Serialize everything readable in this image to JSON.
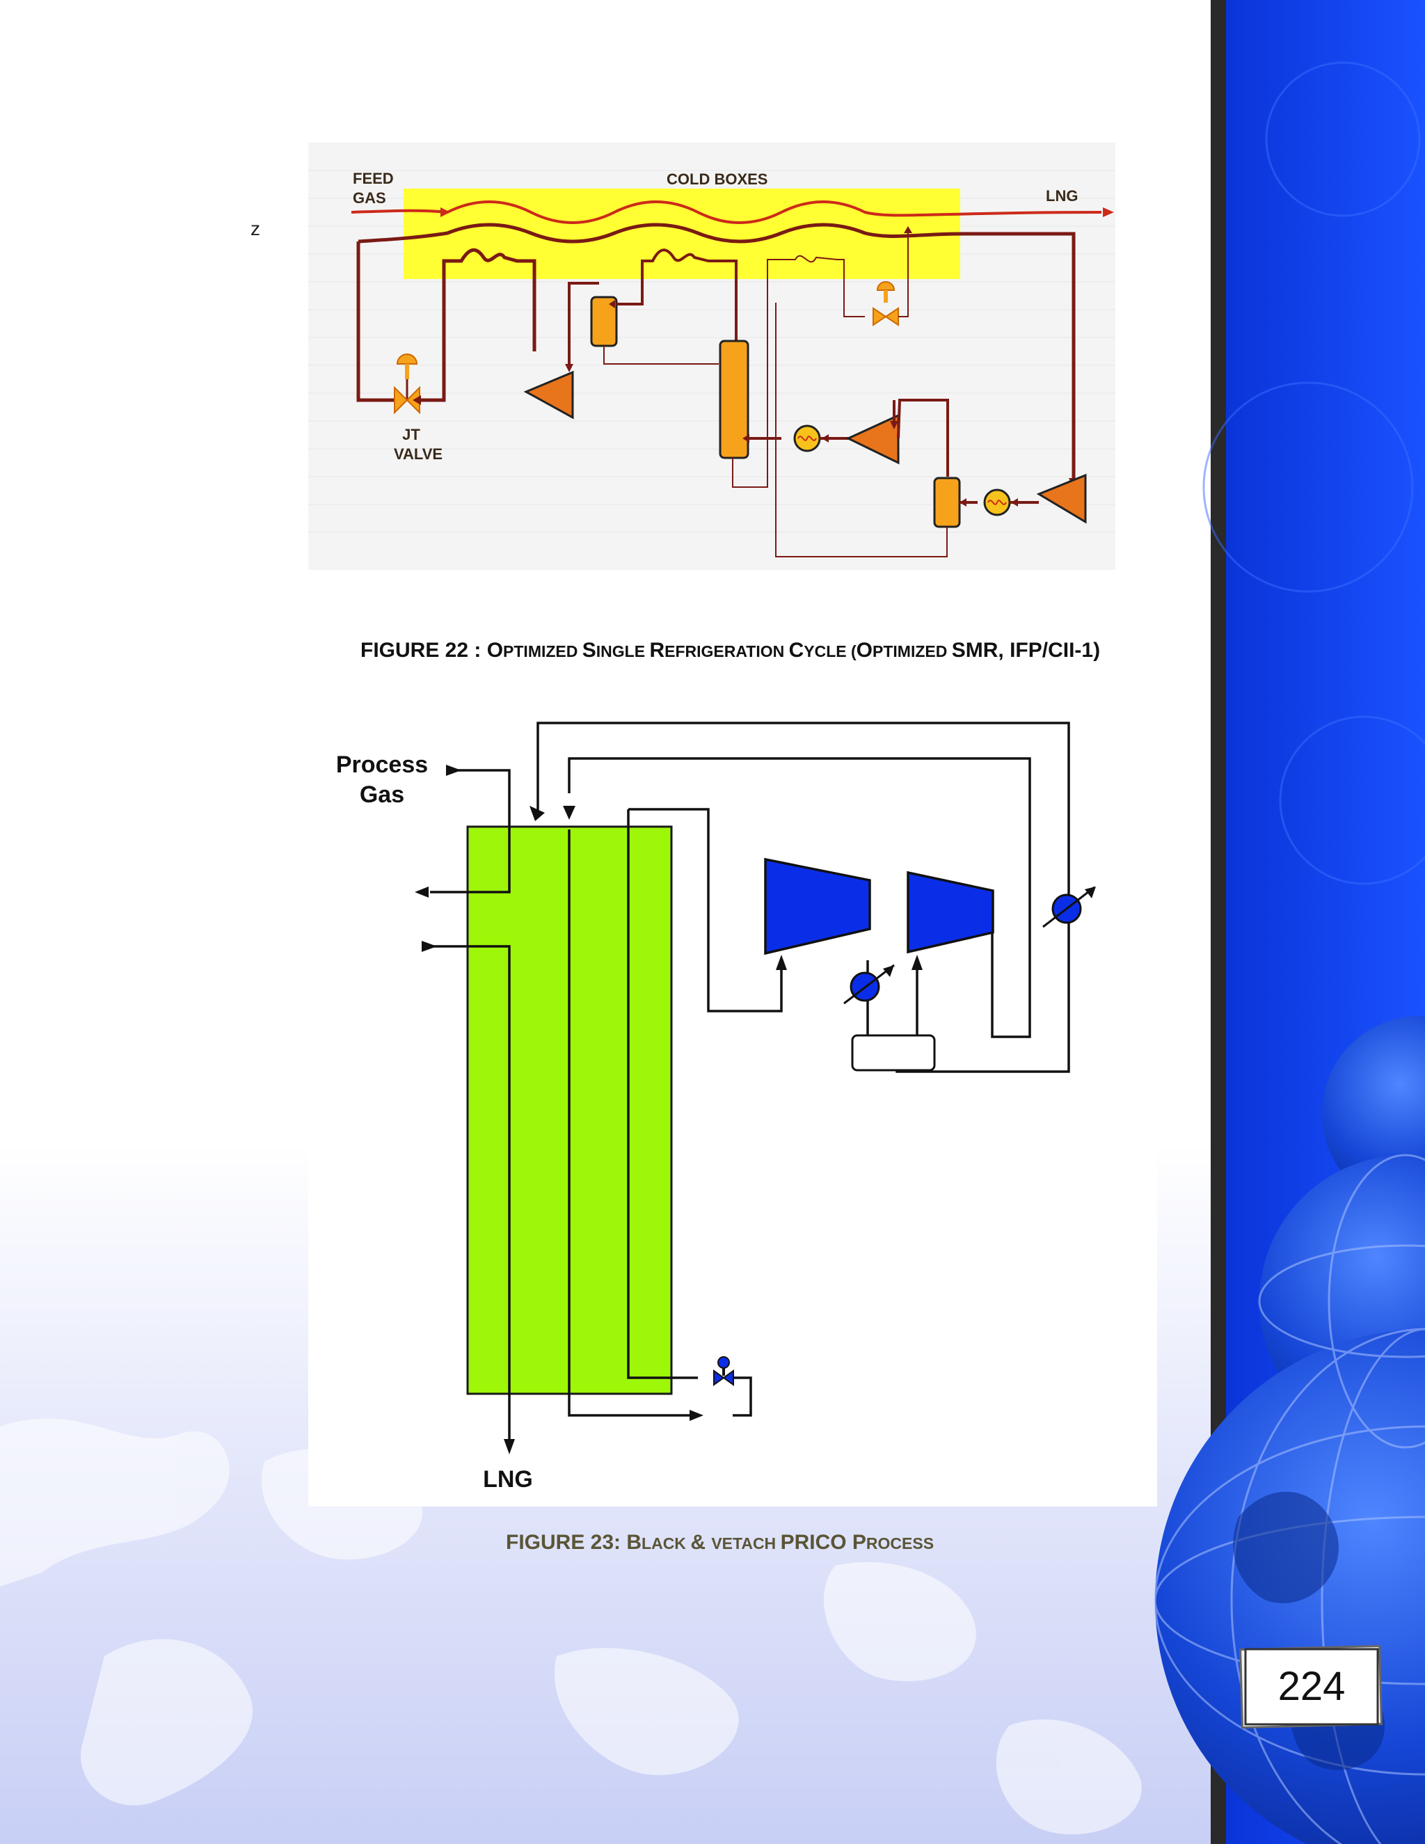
{
  "margin_mark": "z",
  "figure22": {
    "labels": {
      "feed_gas_1": "FEED",
      "feed_gas_2": "GAS",
      "cold_boxes": "COLD BOXES",
      "lng": "LNG",
      "jt_1": "JT",
      "jt_2": "VALVE"
    },
    "caption": {
      "lead": "FIGURE 22 : O",
      "s1": "PTIMIZED ",
      "c2": "S",
      "s2": "INGLE ",
      "c3": "R",
      "s3": "EFRIGERATION ",
      "c4": "C",
      "s4": "YCLE (",
      "c5": "O",
      "s5": "PTIMIZED ",
      "tail": "SMR, IFP/CII-1)"
    }
  },
  "figure23": {
    "labels": {
      "process_1": "Process",
      "process_2": "Gas",
      "lng": "LNG"
    },
    "caption": {
      "lead": "FIGURE 23: B",
      "s1": "LACK ",
      "amp": "& ",
      "s2": "VETACH ",
      "mid": "PRICO P",
      "s3": "ROCESS"
    }
  },
  "page_number": "224",
  "colors": {
    "cold_box_yellow": "#ffff33",
    "refrigerant_line": "#7a1a14",
    "feed_line": "#cc2a1a",
    "vessel_orange": "#f7a21b",
    "exchanger_green": "#9ef708",
    "compressor_blue": "#0a2ee8",
    "sidebar_blue": "#0b3de8"
  }
}
